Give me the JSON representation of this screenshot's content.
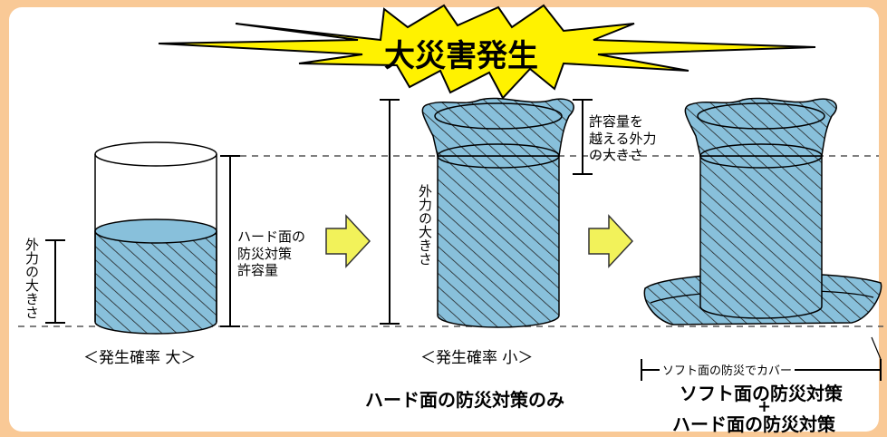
{
  "colors": {
    "border": "#F9C996",
    "water": "#88C0DB",
    "hatch": "#222222",
    "burst_fill": "#FFF200",
    "arrow_fill": "#F2F25A"
  },
  "banner": {
    "title": "大災害発生"
  },
  "left_scene": {
    "force_label": "外力の大きさ",
    "capacity_label": "ハード面の\n防災対策\n許容量",
    "caption": "＜発生確率 大＞"
  },
  "middle_scene": {
    "force_label": "外力の大きさ",
    "excess_label": "許容量を\n越える外力\nの大きさ",
    "caption": "＜発生確率 小＞",
    "bottom_label": "ハード面の防災対策のみ"
  },
  "right_scene": {
    "dish_label": "ソフト面の防災でカバー",
    "bottom_line1": "ソフト面の防災対策",
    "bottom_plus": "+",
    "bottom_line2": "ハード面の防災対策"
  },
  "icons": [
    "burst-icon",
    "right-arrow-icon",
    "right-arrow-icon"
  ]
}
